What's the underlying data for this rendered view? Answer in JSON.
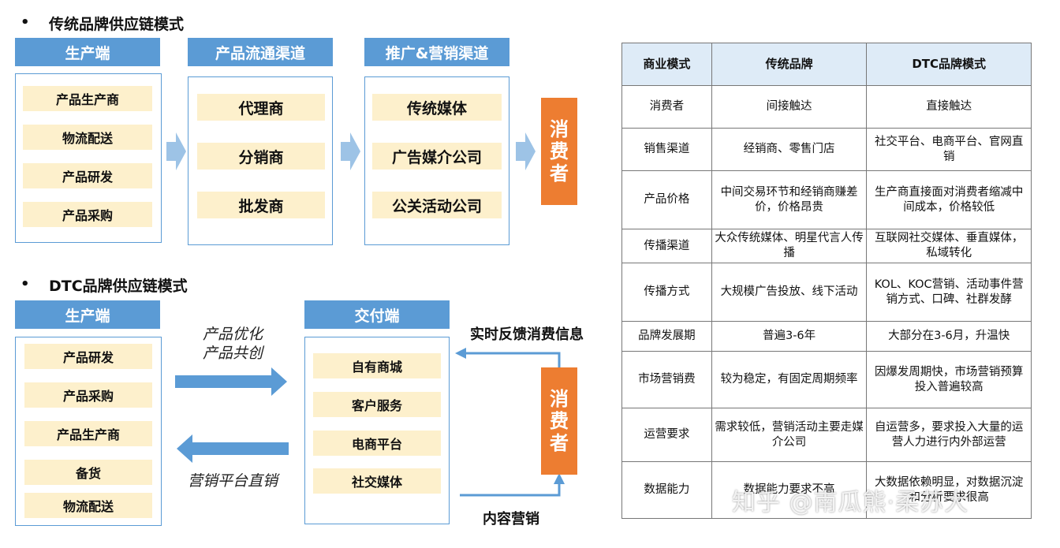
{
  "traditional": {
    "bullet": "•",
    "title": "传统品牌供应链模式",
    "production": {
      "header": "生产端",
      "items": [
        "产品生产商",
        "物流配送",
        "产品研发",
        "产品采购"
      ]
    },
    "distribution": {
      "header": "产品流通渠道",
      "items": [
        "代理商",
        "分销商",
        "批发商"
      ]
    },
    "marketing": {
      "header": "推广&营销渠道",
      "items": [
        "传统媒体",
        "广告媒介公司",
        "公关活动公司"
      ]
    },
    "consumer": [
      "消",
      "费",
      "者"
    ]
  },
  "dtc": {
    "bullet": "•",
    "title": "DTC品牌供应链模式",
    "production": {
      "header": "生产端",
      "items": [
        "产品研发",
        "产品采购",
        "产品生产商",
        "备货",
        "物流配送"
      ]
    },
    "delivery": {
      "header": "交付端",
      "items": [
        "自有商城",
        "客户服务",
        "电商平台",
        "社交媒体"
      ]
    },
    "consumer": [
      "消",
      "费",
      "者"
    ],
    "arrow_right_label": [
      "产品优化",
      "产品共创"
    ],
    "arrow_left_label": "营销平台直销",
    "feedback_label": "实时反馈消费信息",
    "content_label": "内容营销"
  },
  "table": {
    "headers": [
      "商业模式",
      "传统品牌",
      "DTC品牌模式"
    ],
    "rows": [
      [
        "消费者",
        "间接触达",
        "直接触达"
      ],
      [
        "销售渠道",
        "经销商、零售门店",
        "社交平台、电商平台、官网直销"
      ],
      [
        "产品价格",
        "中间交易环节和经销商赚差价，价格昂贵",
        "生产商直接面对消费者缩减中间成本，价格较低"
      ],
      [
        "传播渠道",
        "大众传统媒体、明星代言人传播",
        "互联网社交媒体、垂直媒体，私域转化"
      ],
      [
        "传播方式",
        "大规模广告投放、线下活动",
        "KOL、KOC营销、活动事件营销方式、口碑、社群发酵"
      ],
      [
        "品牌发展期",
        "普遍3-6年",
        "大部分在3-6月，升温快"
      ],
      [
        "市场营销费",
        "较为稳定，有固定周期频率",
        "因爆发周期快，市场营销预算投入普遍较高"
      ],
      [
        "运营要求",
        "需求较低，营销活动主要走媒介公司",
        "自运营多，要求投入大量的运营人力进行内外部运营"
      ],
      [
        "数据能力",
        "数据能力要求不高",
        "大数据依赖明显，对数据沉淀和分析要求很高"
      ]
    ]
  },
  "watermark": "知乎 @南瓜熊·柔苏大",
  "colors": {
    "header_blue": "#5b9bd5",
    "item_cream": "#fdf0cc",
    "consumer_orange": "#ed7d31",
    "arrow_light_blue": "#9dc3e6",
    "table_header_bg": "#deebf7"
  }
}
